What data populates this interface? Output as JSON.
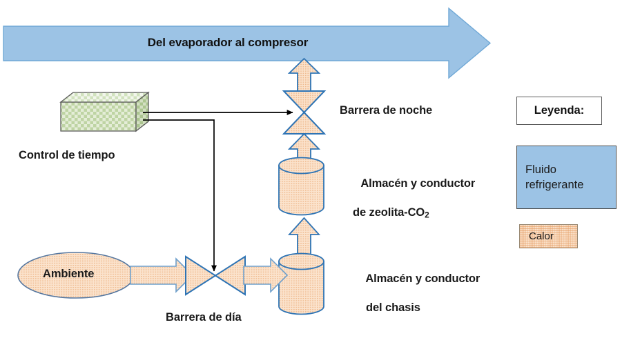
{
  "diagram": {
    "title": "Del evaporador al compresor",
    "colors": {
      "refrigerant_blue": "#9CC3E5",
      "refrigerant_border": "#2E74B5",
      "heat_fill": "#FBE3CD",
      "heat_border": "#9A8A74",
      "timer_green": "#DCE8CE",
      "line_black": "#000000",
      "text": "#1A1A1A",
      "background": "#FFFFFF"
    },
    "banner": {
      "label": "Del evaporador al compresor",
      "icon": "right-block-arrow-icon"
    },
    "nodes": {
      "timer": {
        "label": "Control de tiempo",
        "icon": "cube-3d-icon"
      },
      "ambient": {
        "label": "Ambiente",
        "icon": "ellipse-icon"
      },
      "day_barrier": {
        "label": "Barrera de día",
        "icon": "bowtie-valve-icon"
      },
      "night_barrier": {
        "label": "Barrera de noche",
        "icon": "bowtie-valve-icon"
      },
      "zeolite_store": {
        "label_line1": "Almacén y conductor",
        "label_line2_pre": "de zeolita-CO",
        "label_line2_sub": "2",
        "icon": "cylinder-icon"
      },
      "chassis_store": {
        "label_line1": "Almacén y conductor",
        "label_line2": "del chasis",
        "icon": "cylinder-icon"
      }
    },
    "legend": {
      "title": "Leyenda:",
      "items": [
        {
          "label_line1": "Fluido",
          "label_line2": "refrigerante",
          "swatch": "refrigerant-blue-swatch"
        },
        {
          "label": "Calor",
          "swatch": "heat-pattern-swatch"
        }
      ]
    },
    "flow_arrows": [
      {
        "name": "ambient-to-day-barrier",
        "direction": "right",
        "fill": "heat"
      },
      {
        "name": "day-barrier-to-chassis",
        "direction": "right",
        "fill": "heat"
      },
      {
        "name": "chassis-to-zeolite",
        "direction": "up",
        "fill": "heat"
      },
      {
        "name": "zeolite-to-night-barrier",
        "direction": "up",
        "fill": "heat"
      },
      {
        "name": "night-barrier-to-banner",
        "direction": "up",
        "fill": "heat"
      }
    ],
    "control_lines": [
      {
        "name": "timer-to-night-barrier",
        "style": "solid-arrow"
      },
      {
        "name": "timer-to-day-barrier",
        "style": "solid-arrow-elbow"
      }
    ]
  }
}
